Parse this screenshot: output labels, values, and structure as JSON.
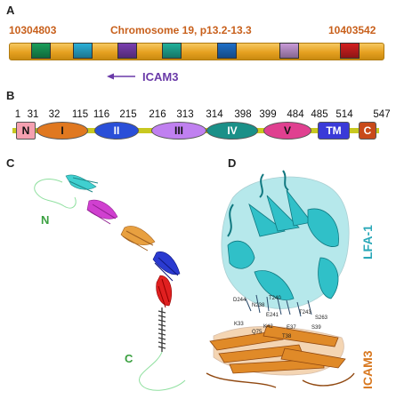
{
  "panels": {
    "a": "A",
    "b": "B",
    "c": "C",
    "d": "D"
  },
  "panel_a": {
    "left_coord": "10304803",
    "chromosome": "Chromosome 19, p13.2-13.3",
    "right_coord": "10403542",
    "gene": "ICAM3",
    "exon_colors": [
      "#1a9e5a",
      "#2bb0d8",
      "#7a3fb0",
      "#20b09a",
      "#1f6fc8",
      "#c89ad8",
      "#d42020"
    ]
  },
  "panel_b": {
    "boundaries": [
      "1",
      "31",
      "32",
      "115",
      "116",
      "215",
      "216",
      "313",
      "314",
      "398",
      "399",
      "484",
      "485",
      "514",
      "547"
    ],
    "domains": [
      {
        "label": "N",
        "color": "#f5a0b0"
      },
      {
        "label": "I",
        "color": "#e07820"
      },
      {
        "label": "II",
        "color": "#2a4fd8"
      },
      {
        "label": "III",
        "color": "#c080f0"
      },
      {
        "label": "IV",
        "color": "#1a9088"
      },
      {
        "label": "V",
        "color": "#e04090"
      },
      {
        "label": "TM",
        "color": "#3a3ad8"
      },
      {
        "label": "C",
        "color": "#c84a1a"
      }
    ]
  },
  "panel_c": {
    "n_label": "N",
    "c_label": "C"
  },
  "panel_d": {
    "lfa_label": "LFA-1",
    "icam_label": "ICAM3",
    "residues": [
      "D244",
      "N238",
      "T240",
      "E241",
      "K42",
      "K33",
      "Q75",
      "E37",
      "T38",
      "S39",
      "T243",
      "S263"
    ]
  }
}
